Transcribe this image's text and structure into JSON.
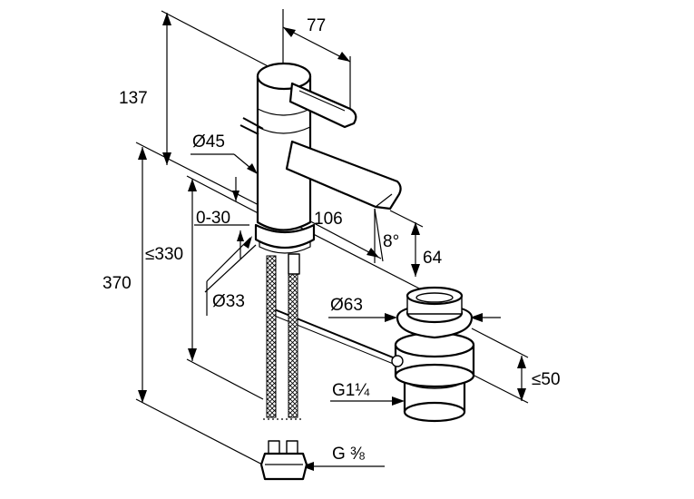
{
  "diagram": {
    "dimensions": {
      "height_137": "137",
      "reach_77": "77",
      "diameter_45": "Ø45",
      "adjust_0_30": "0-30",
      "spout_106": "106",
      "angle_8": "8°",
      "depth_64": "64",
      "max_330": "≤330",
      "total_370": "370",
      "diameter_33": "Ø33",
      "diameter_63": "Ø63",
      "max_50": "≤50",
      "thread_g114": "G1¼",
      "thread_g38": "G ⅜"
    }
  }
}
